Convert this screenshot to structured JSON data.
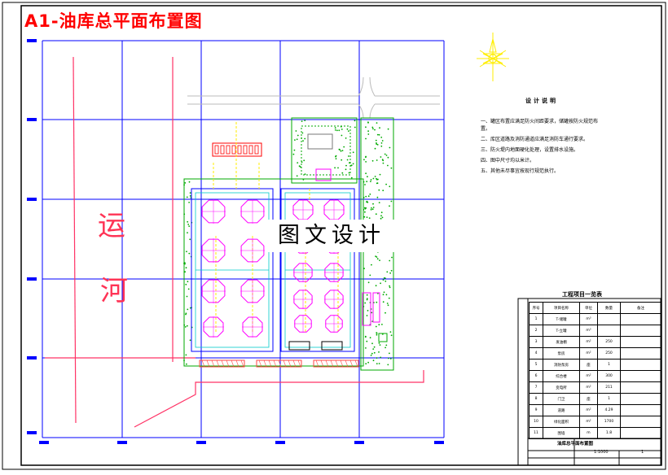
{
  "title": "A1-油库总平面布置图",
  "watermark": "图文设计",
  "river_label": [
    "运",
    "河"
  ],
  "notes": {
    "title": "设计说明",
    "items": [
      "一、罐区布置应满足防火间距要求，储罐按防火规范布置。",
      "二、库区道路及消防通道应满足消防车通行要求。",
      "三、防火堤内地面硬化处理，设置排水设施。",
      "四、图中尺寸均以米计。",
      "五、其他未尽事宜按现行规范执行。"
    ]
  },
  "project_table": {
    "title": "工程项目一览表",
    "headers": [
      "序号",
      "项目名称",
      "单位",
      "数量",
      "备注"
    ],
    "rows": [
      {
        "no": "1",
        "name": "T-储罐",
        "unit": "m³",
        "qty": "",
        "note": ""
      },
      {
        "no": "2",
        "name": "T-立罐",
        "unit": "m³",
        "qty": "",
        "note": ""
      },
      {
        "no": "3",
        "name": "发油棚",
        "unit": "m²",
        "qty": "250",
        "note": ""
      },
      {
        "no": "4",
        "name": "泵房",
        "unit": "m²",
        "qty": "250",
        "note": ""
      },
      {
        "no": "5",
        "name": "消防泵房",
        "unit": "座",
        "qty": "1",
        "note": ""
      },
      {
        "no": "6",
        "name": "综合楼",
        "unit": "m²",
        "qty": "300",
        "note": ""
      },
      {
        "no": "7",
        "name": "变电所",
        "unit": "m²",
        "qty": "211",
        "note": ""
      },
      {
        "no": "8",
        "name": "门卫",
        "unit": "座",
        "qty": "1",
        "note": ""
      },
      {
        "no": "9",
        "name": "道路",
        "unit": "m²",
        "qty": "4.29",
        "note": ""
      },
      {
        "no": "10",
        "name": "绿化面积",
        "unit": "m²",
        "qty": "1700",
        "note": ""
      },
      {
        "no": "11",
        "name": "围墙",
        "unit": "m",
        "qty": "1.8",
        "note": ""
      }
    ]
  },
  "title_block": {
    "drawing_name": "油库总平面布置图",
    "scale": "1:1000",
    "sheet": "1"
  },
  "colors": {
    "frame": "#000000",
    "grid": "#0000ff",
    "title": "#ff0000",
    "river": "#ff3355",
    "tank": "#ff00ff",
    "dike": "#0000ff",
    "road": "#00aa00",
    "pipe": "#ffee00"
  }
}
